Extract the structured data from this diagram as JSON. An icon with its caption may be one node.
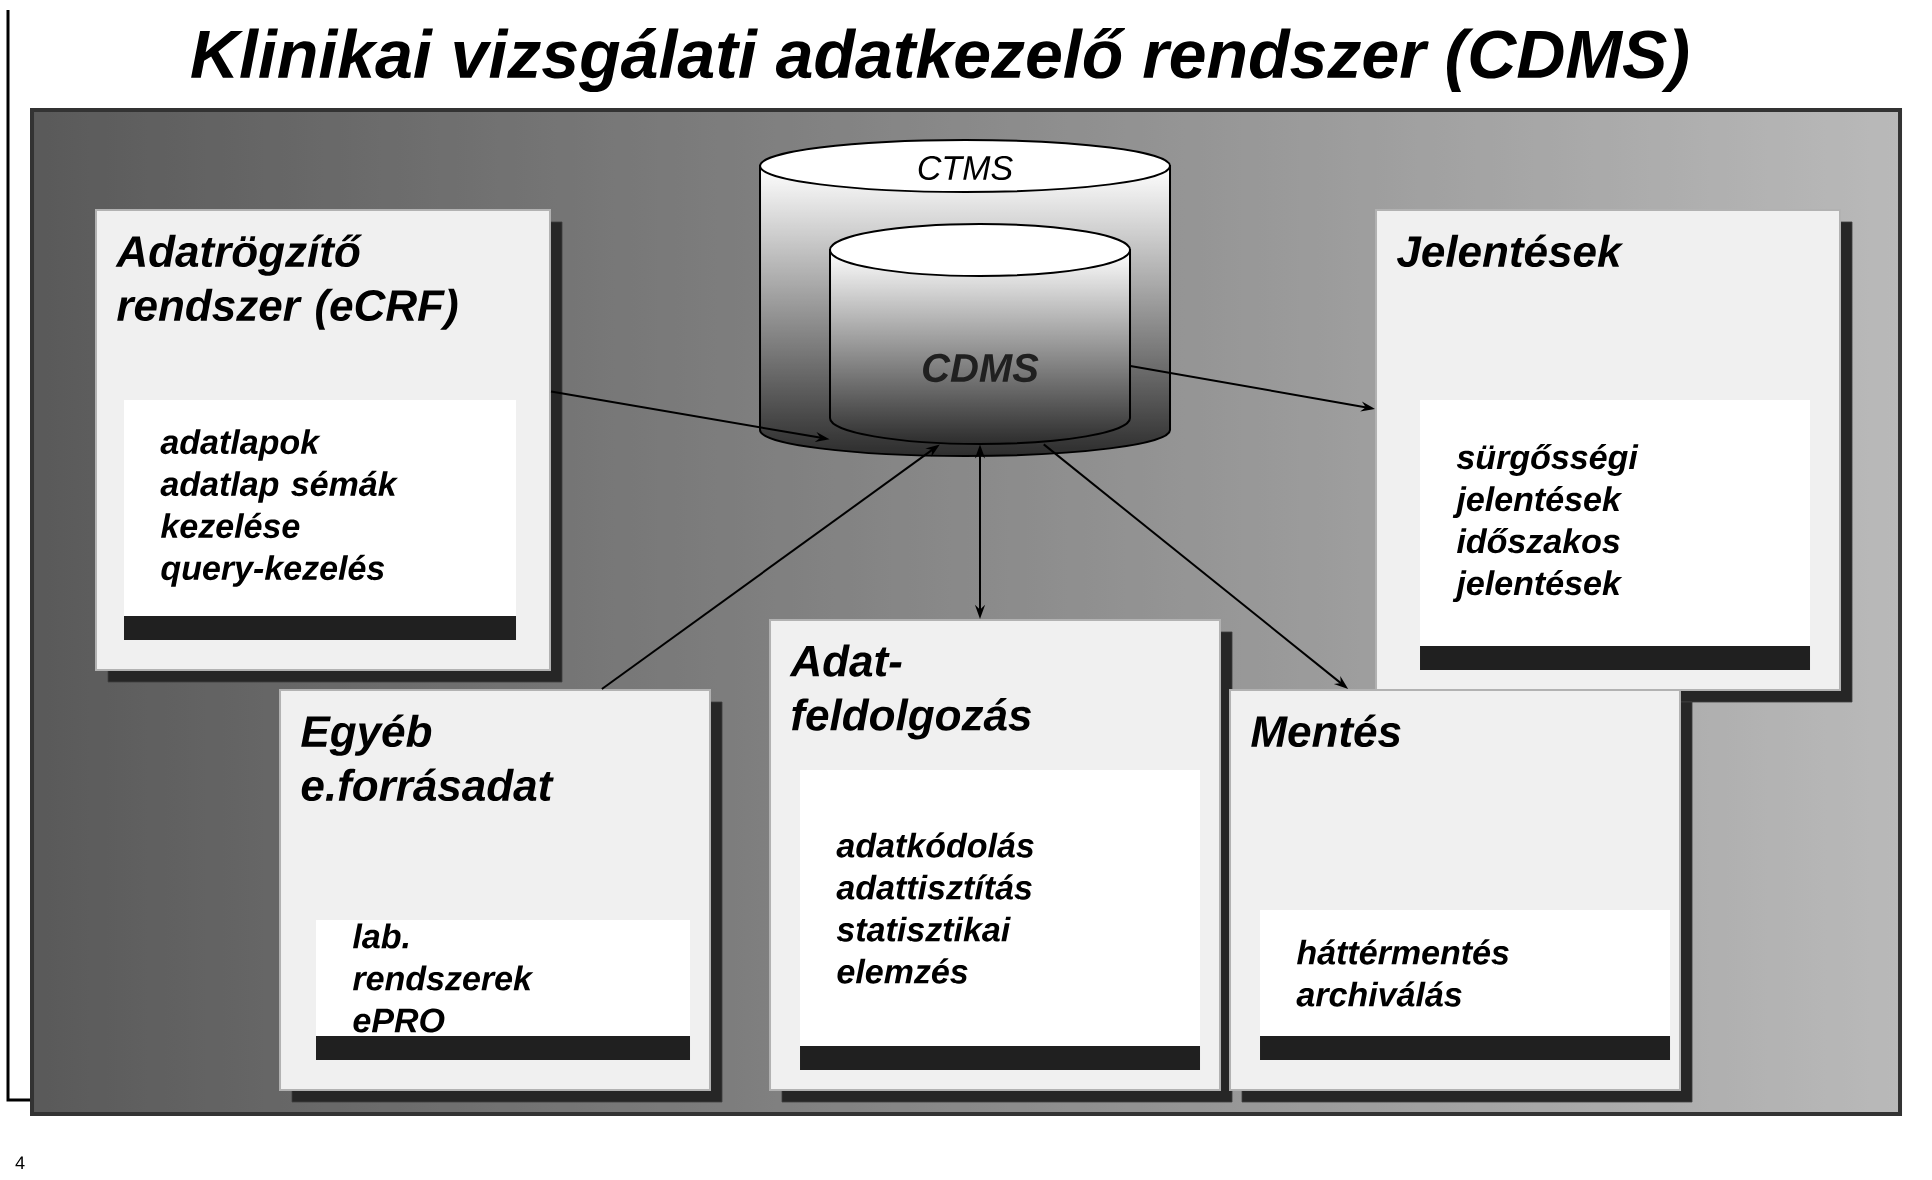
{
  "diagram": {
    "title": "Klinikai vizsgálati adatkezelő rendszer (CDMS)",
    "nodes": [
      {
        "text": [
          "CTMS"
        ]
      },
      {
        "text": [
          "CDMS"
        ],
        "in": 0
      },
      {
        "text": [
          "Adatrögzítő rendszer (eCRF)"
        ]
      },
      {
        "text": [
          "adatlapok",
          "adatlap sémák kezelése",
          "query-kezelés"
        ],
        "in": 2
      },
      {
        "text": [
          "Jelentések"
        ]
      },
      {
        "text": [
          "sürgősségi jelentések",
          "időszakos jelentések"
        ],
        "in": 4
      },
      {
        "text": [
          "Egyéb e.forrásadat"
        ]
      },
      {
        "text": [
          "lab. rendszerek",
          "ePRO"
        ],
        "in": 6
      },
      {
        "text": [
          "Adat-feldolgozás"
        ]
      },
      {
        "text": [
          "adatkódolás",
          "adattisztítás",
          "statisztikai elemzés"
        ],
        "in": 8
      },
      {
        "text": [
          "Mentés"
        ]
      },
      {
        "text": [
          "háttérmentés",
          "archiválás"
        ],
        "in": 10
      }
    ],
    "edges": [
      {
        "from": 2,
        "to": 1,
        "arrow": "to"
      },
      {
        "from": 6,
        "to": 1,
        "arrow": "to"
      },
      {
        "from": 1,
        "to": 8,
        "arrow": "both"
      },
      {
        "from": 1,
        "to": 4,
        "arrow": "to"
      },
      {
        "from": 1,
        "to": 10,
        "arrow": "to"
      }
    ],
    "labels": [
      "4"
    ]
  }
}
